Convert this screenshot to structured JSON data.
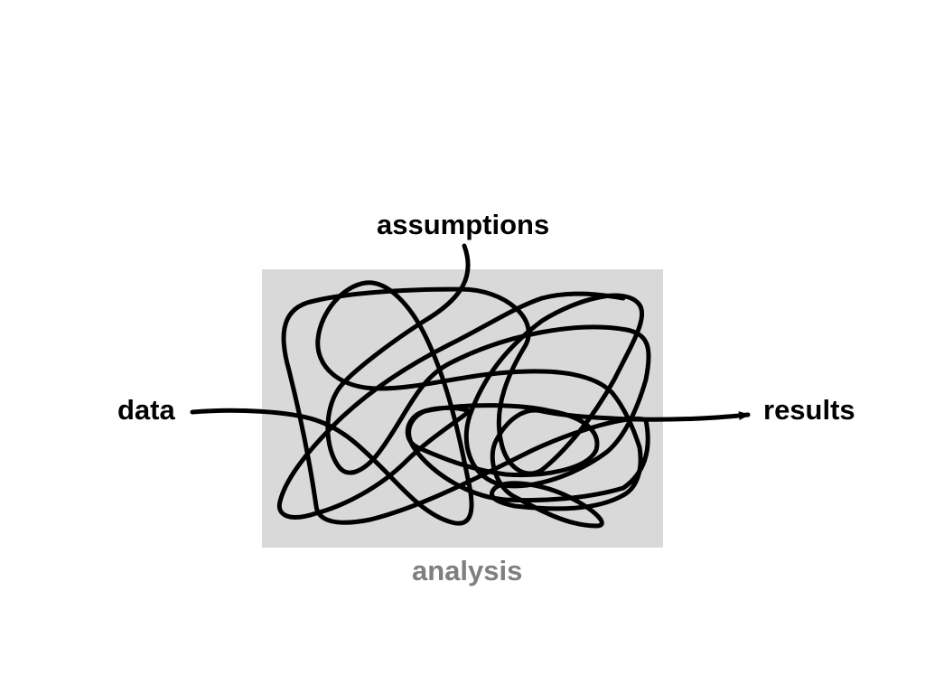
{
  "labels": {
    "assumptions": "assumptions",
    "data": "data",
    "results": "results",
    "analysis": "analysis"
  },
  "colors": {
    "background": "#ffffff",
    "box_fill": "#d9d9d9",
    "line": "#000000",
    "text": "#000000",
    "analysis_text": "#7f7f7f"
  }
}
